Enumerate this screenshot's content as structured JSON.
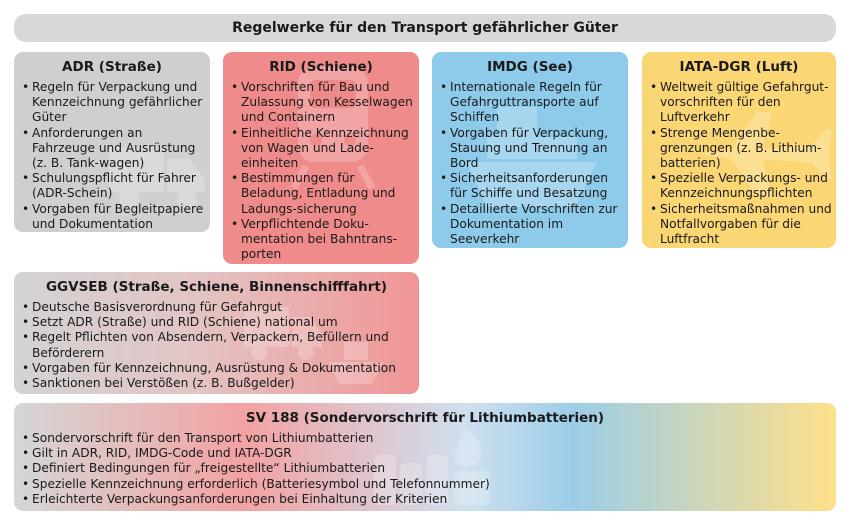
{
  "title": "Regelwerke für den Transport gefährlicher Güter",
  "colors": {
    "adr": "#cfcfcf",
    "rid": "#ef8b8b",
    "imdg": "#8ecbea",
    "iata": "#fbd675"
  },
  "adr": {
    "heading": "ADR (Straße)",
    "items": [
      "Regeln für Verpackung und Kennzeichnung gefährlicher Güter",
      "Anforderungen an Fahrzeuge und Ausrüstung (z. B. Tank-wagen)",
      "Schulungspflicht für Fahrer (ADR-Schein)",
      "Vorgaben für Begleitpapiere und Dokumentation"
    ]
  },
  "rid": {
    "heading": "RID (Schiene)",
    "items": [
      "Vorschriften für Bau und Zulassung von Kesselwagen und Containern",
      "Einheitliche Kennzeichnung von Wagen und Lade-einheiten",
      "Bestimmungen für Beladung, Entladung und Ladungs-sicherung",
      "Verpflichtende Doku-mentation bei Bahntrans-porten"
    ]
  },
  "imdg": {
    "heading": "IMDG (See)",
    "items": [
      "Internationale Regeln für Gefahrguttransporte auf Schiffen",
      "Vorgaben für Verpackung, Stauung und Trennung an Bord",
      "Sicherheitsanforderungen für Schiffe und Besatzung",
      "Detaillierte Vorschriften zur Dokumentation im Seeverkehr"
    ]
  },
  "iata": {
    "heading": "IATA-DGR (Luft)",
    "items": [
      "Weltweit gültige Gefahrgut-vorschriften für den Luftverkehr",
      "Strenge Mengenbe-grenzungen (z. B. Lithium-batterien)",
      "Spezielle Verpackungs- und Kennzeichnungspflichten",
      "Sicherheitsmaßnahmen und Notfallvorgaben für die Luftfracht"
    ]
  },
  "ggvseb": {
    "heading": "GGVSEB (Straße, Schiene, Binnenschifffahrt)",
    "items": [
      "Deutsche Basisverordnung für Gefahrgut",
      "Setzt ADR (Straße) und RID (Schiene) national um",
      "Regelt Pflichten von Absendern, Verpackern, Befüllern und Beförderern",
      "Vorgaben für Kennzeichnung, Ausrüstung & Dokumentation",
      "Sanktionen bei Verstößen (z. B. Bußgelder)"
    ]
  },
  "sv188": {
    "heading": "SV 188 (Sondervorschrift für Lithiumbatterien)",
    "items": [
      "Sondervorschrift für den Transport von Lithiumbatterien",
      "Gilt in ADR, RID, IMDG-Code und IATA-DGR",
      "Definiert Bedingungen für „freigestellte“ Lithiumbatterien",
      "Spezielle Kennzeichnung erforderlich (Batteriesymbol und Telefonnummer)",
      "Erleichterte Verpackungsanforderungen bei Einhaltung der Kriterien"
    ]
  }
}
